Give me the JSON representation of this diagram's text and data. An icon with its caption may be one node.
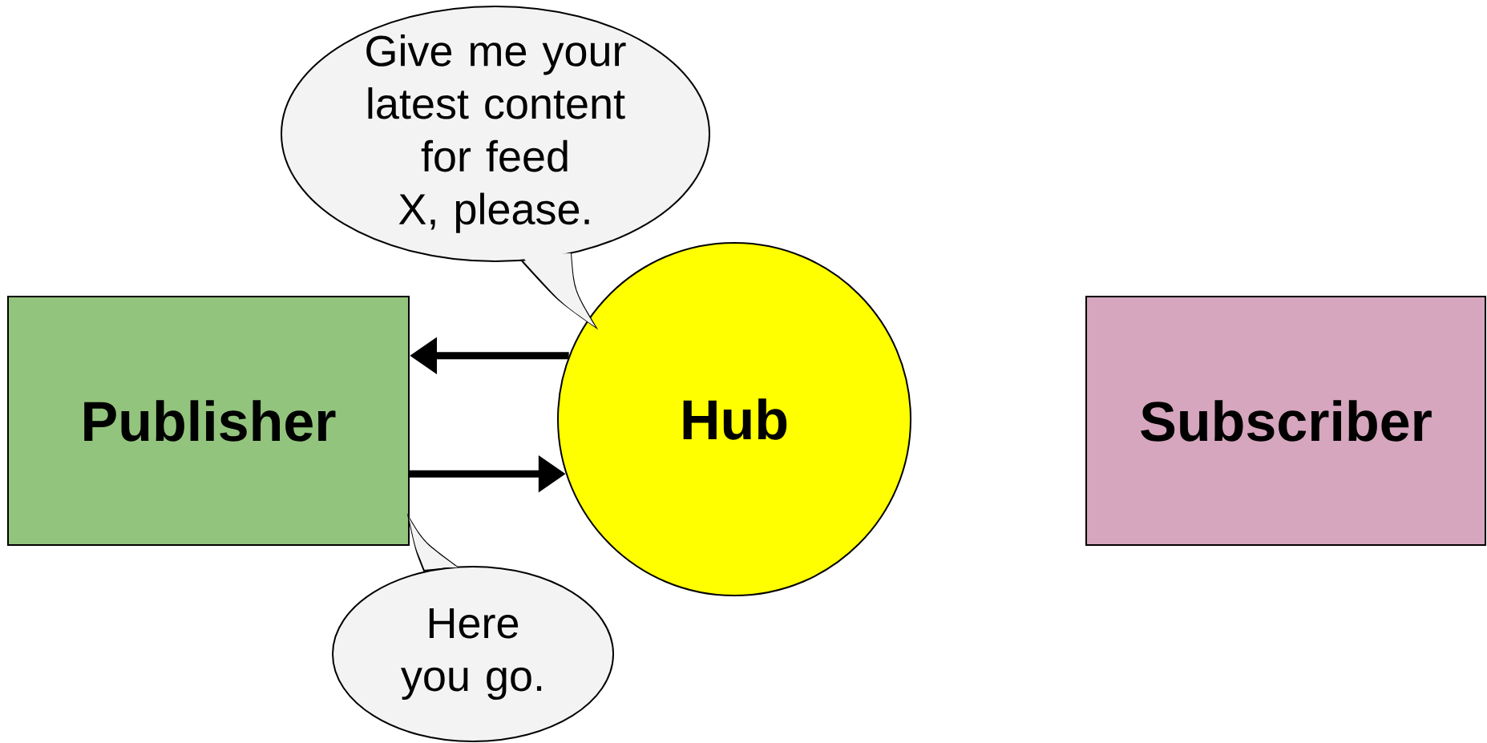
{
  "diagram": {
    "nodes": [
      {
        "text": [
          "Publisher"
        ]
      },
      {
        "text": [
          "Hub"
        ]
      },
      {
        "text": [
          "Subscriber"
        ]
      },
      {
        "text": [
          "Give me your latest content for feed X, please."
        ]
      },
      {
        "text": [
          "Here you go."
        ]
      }
    ],
    "edges": [
      {
        "from": 1,
        "to": 0,
        "arrow": "to"
      },
      {
        "from": 0,
        "to": 1,
        "arrow": "to"
      }
    ]
  }
}
